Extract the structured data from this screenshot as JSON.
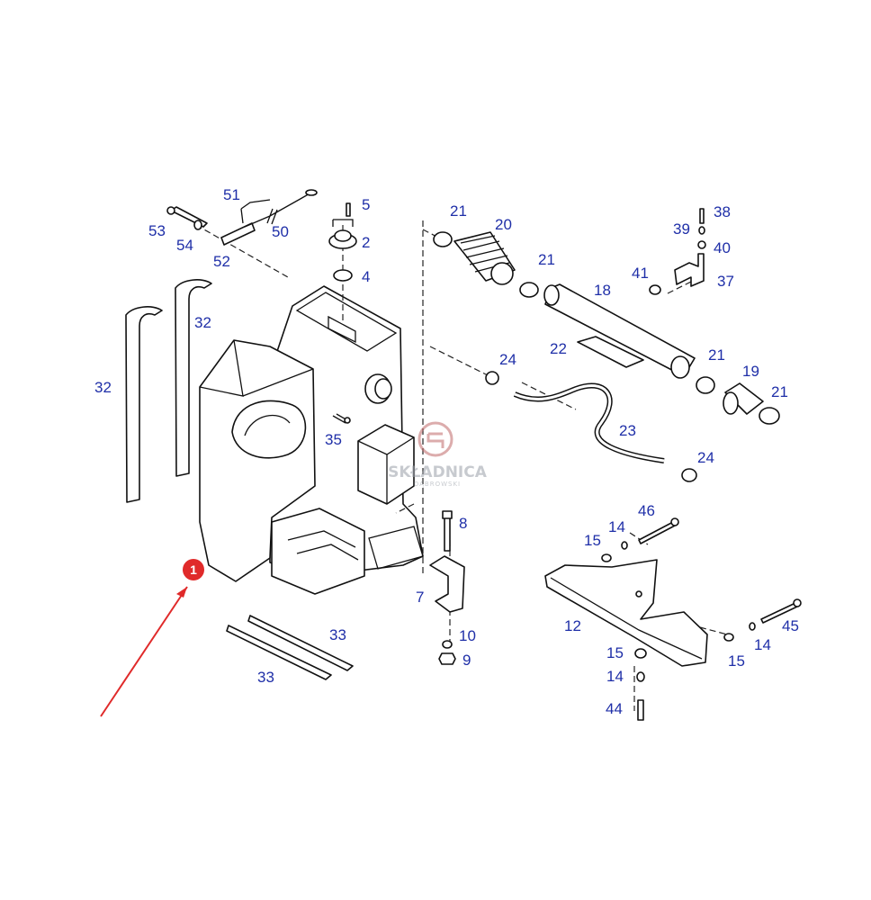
{
  "diagram": {
    "labels": {
      "l51": "51",
      "l50": "50",
      "l53": "53",
      "l54": "54",
      "l52": "52",
      "l5": "5",
      "l2": "2",
      "l4": "4",
      "l32a": "32",
      "l32b": "32",
      "l35": "35",
      "l33a": "33",
      "l33b": "33",
      "l8": "8",
      "l7": "7",
      "l10": "10",
      "l9": "9",
      "l21a": "21",
      "l20": "20",
      "l21b": "21",
      "l18": "18",
      "l22": "22",
      "l21c": "21",
      "l19": "19",
      "l21d": "21",
      "l24a": "24",
      "l23": "23",
      "l24b": "24",
      "l38": "38",
      "l39": "39",
      "l40": "40",
      "l41": "41",
      "l37": "37",
      "l46": "46",
      "l14a": "14",
      "l15a": "15",
      "l12": "12",
      "l15b": "15",
      "l14b": "14",
      "l44": "44",
      "l45": "45",
      "l14c": "14",
      "l15c": "15"
    },
    "marker": {
      "number": "1",
      "color": "#e02a2a"
    },
    "watermark": {
      "title": "SKŁADNICA",
      "subtitle": "DĄBROWSKI",
      "color": "#9aa0a8"
    },
    "label_color": "#1f2fa8"
  }
}
